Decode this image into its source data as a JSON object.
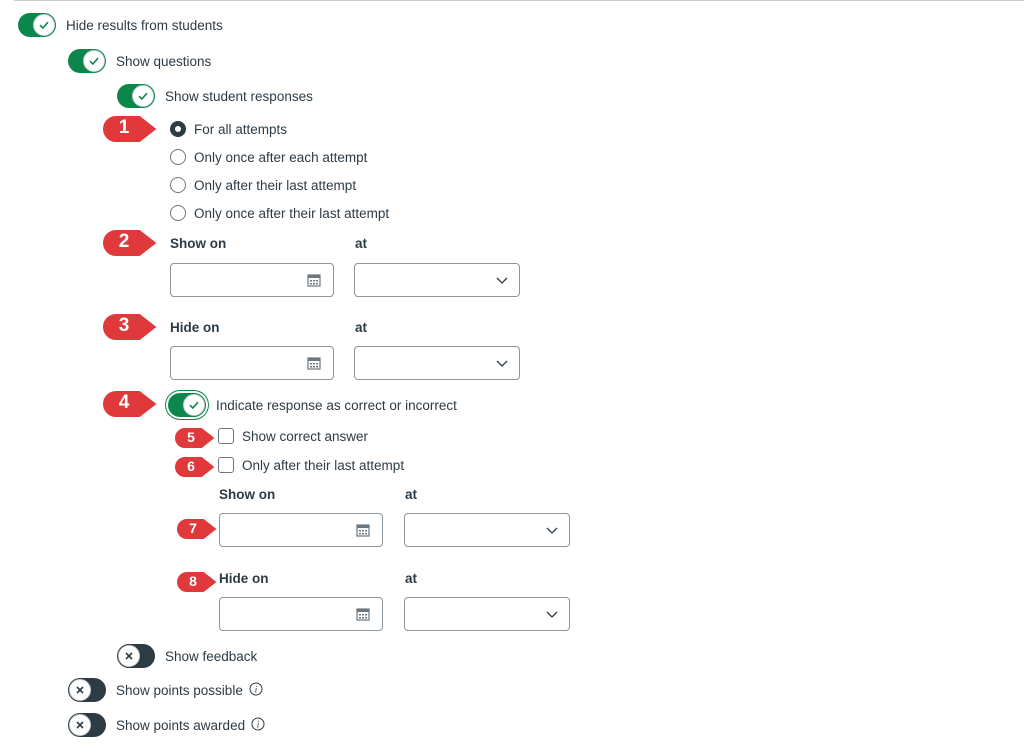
{
  "toggles": {
    "hide_results": {
      "label": "Hide results from students",
      "state": "on"
    },
    "show_questions": {
      "label": "Show questions",
      "state": "on"
    },
    "show_student_responses": {
      "label": "Show student responses",
      "state": "on"
    },
    "indicate_response": {
      "label": "Indicate response as correct or incorrect",
      "state": "on"
    },
    "show_feedback": {
      "label": "Show feedback",
      "state": "off"
    },
    "show_points_possible": {
      "label": "Show points possible",
      "state": "off"
    },
    "show_points_awarded": {
      "label": "Show points awarded",
      "state": "off"
    }
  },
  "attempt_options": [
    {
      "label": "For all attempts",
      "checked": true
    },
    {
      "label": "Only once after each attempt",
      "checked": false
    },
    {
      "label": "Only after their last attempt",
      "checked": false
    },
    {
      "label": "Only once after their last attempt",
      "checked": false
    }
  ],
  "response_schedule": {
    "show_on_label": "Show on",
    "hide_on_label": "Hide on",
    "at_label": "at",
    "show_date_value": "",
    "show_time_value": "",
    "hide_date_value": "",
    "hide_time_value": ""
  },
  "checkboxes": {
    "show_correct_answer": {
      "label": "Show correct answer",
      "checked": false
    },
    "only_after_last_attempt": {
      "label": "Only after their last attempt",
      "checked": false
    }
  },
  "answer_schedule": {
    "show_on_label": "Show on",
    "hide_on_label": "Hide on",
    "at_label": "at",
    "show_date_value": "",
    "show_time_value": "",
    "hide_date_value": "",
    "hide_time_value": ""
  },
  "markers": [
    "1",
    "2",
    "3",
    "4",
    "5",
    "6",
    "7",
    "8"
  ],
  "colors": {
    "toggle_on": "#0b874b",
    "toggle_off": "#2d3b45",
    "marker_red": "#e0393b",
    "text": "#2d3b45"
  },
  "icons": {
    "check": "check-icon",
    "x": "x-icon",
    "calendar": "calendar-icon",
    "chevron": "chevron-down-icon",
    "info": "info-icon"
  }
}
